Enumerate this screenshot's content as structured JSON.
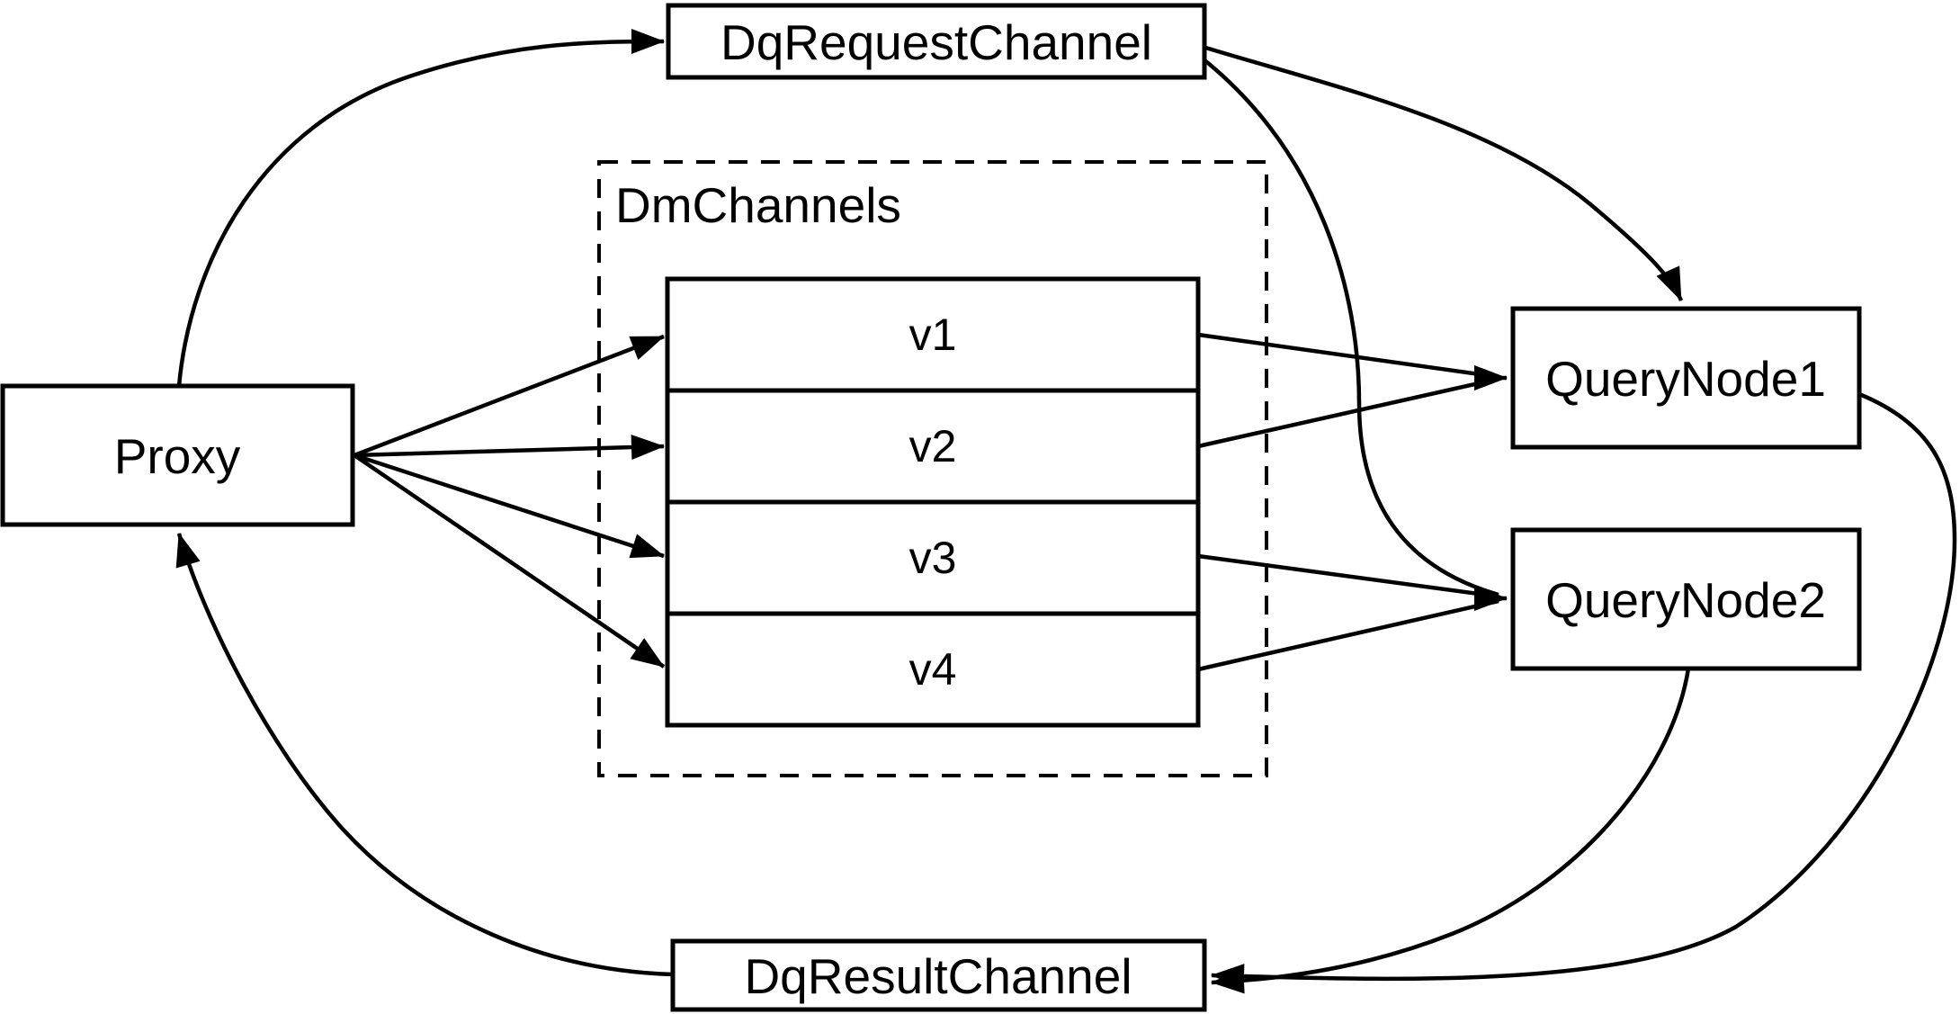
{
  "diagram": {
    "nodes": {
      "proxy": {
        "label": "Proxy"
      },
      "dq_request_channel": {
        "label": "DqRequestChannel"
      },
      "dm_channels": {
        "label": "DmChannels",
        "channels": [
          {
            "label": "v1"
          },
          {
            "label": "v2"
          },
          {
            "label": "v3"
          },
          {
            "label": "v4"
          }
        ]
      },
      "query_node_1": {
        "label": "QueryNode1"
      },
      "query_node_2": {
        "label": "QueryNode2"
      },
      "dq_result_channel": {
        "label": "DqResultChannel"
      }
    },
    "edges": [
      {
        "from": "Proxy",
        "to": "DqRequestChannel"
      },
      {
        "from": "DqRequestChannel",
        "to": "QueryNode1"
      },
      {
        "from": "DqRequestChannel",
        "to": "QueryNode2"
      },
      {
        "from": "Proxy",
        "to": "v1"
      },
      {
        "from": "Proxy",
        "to": "v2"
      },
      {
        "from": "Proxy",
        "to": "v3"
      },
      {
        "from": "Proxy",
        "to": "v4"
      },
      {
        "from": "v1",
        "to": "QueryNode1"
      },
      {
        "from": "v2",
        "to": "QueryNode1"
      },
      {
        "from": "v3",
        "to": "QueryNode2"
      },
      {
        "from": "v4",
        "to": "QueryNode2"
      },
      {
        "from": "QueryNode1",
        "to": "DqResultChannel"
      },
      {
        "from": "QueryNode2",
        "to": "DqResultChannel"
      },
      {
        "from": "DqResultChannel",
        "to": "Proxy"
      }
    ],
    "colors": {
      "line": "#000000",
      "box_fill": "#ffffff",
      "background": "#ffffff"
    }
  }
}
